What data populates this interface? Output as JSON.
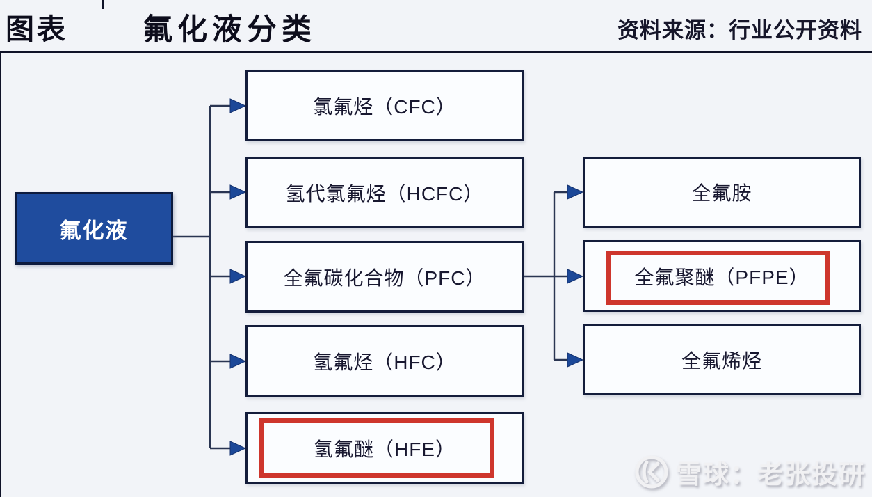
{
  "header": {
    "label": "图表",
    "title": "氟化液分类",
    "source": "资料来源：行业公开资料"
  },
  "diagram": {
    "root": {
      "label": "氟化液"
    },
    "level1": [
      {
        "label": "氯氟烃（CFC）",
        "highlighted": false
      },
      {
        "label": "氢代氯氟烃（HCFC）",
        "highlighted": false
      },
      {
        "label": "全氟碳化合物（PFC）",
        "highlighted": false
      },
      {
        "label": "氢氟烃（HFC）",
        "highlighted": false
      },
      {
        "label": "氢氟醚（HFE）",
        "highlighted": true
      }
    ],
    "level2_parent_label": "全氟碳化合物（PFC）",
    "level2": [
      {
        "label": "全氟胺",
        "highlighted": false
      },
      {
        "label": "全氟聚醚（PFPE）",
        "highlighted": true
      },
      {
        "label": "全氟烯烃",
        "highlighted": false
      }
    ]
  },
  "watermark": {
    "text": "雪球：老张投研",
    "logo": "xueqiu-snowball-logo"
  },
  "colors": {
    "background": "#f2f4f8",
    "root_fill": "#1f4c9e",
    "box_fill": "#fbfdff",
    "box_border": "#141d3b",
    "connector_line": "#2a3552",
    "arrow_fill": "#1c4898",
    "highlight_red": "#ce362d",
    "rule_dark": "#101328"
  }
}
